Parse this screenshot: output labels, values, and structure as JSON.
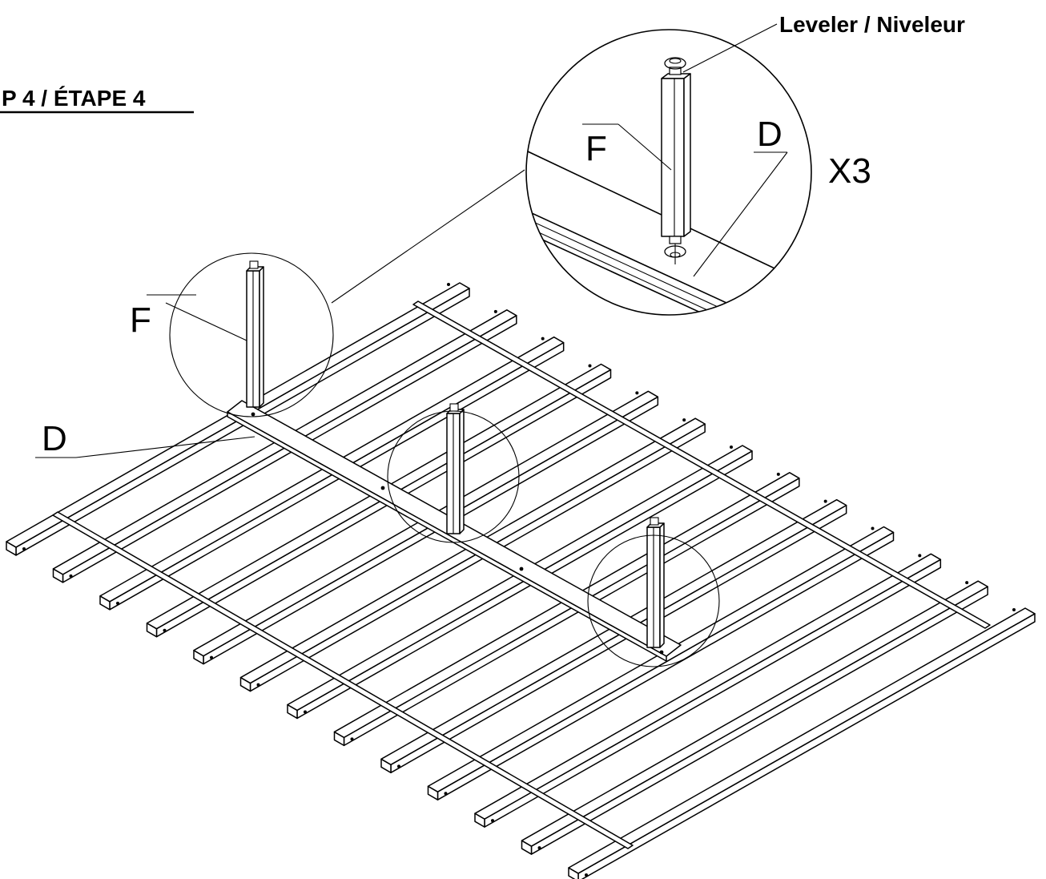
{
  "step": {
    "title": "P 4 / ÉTAPE 4"
  },
  "labels": {
    "leveler": "Leveler / Niveleur",
    "part_f_detail": "F",
    "part_d_detail": "D",
    "quantity": "X3",
    "part_f_main": "F",
    "part_d_main": "D"
  }
}
